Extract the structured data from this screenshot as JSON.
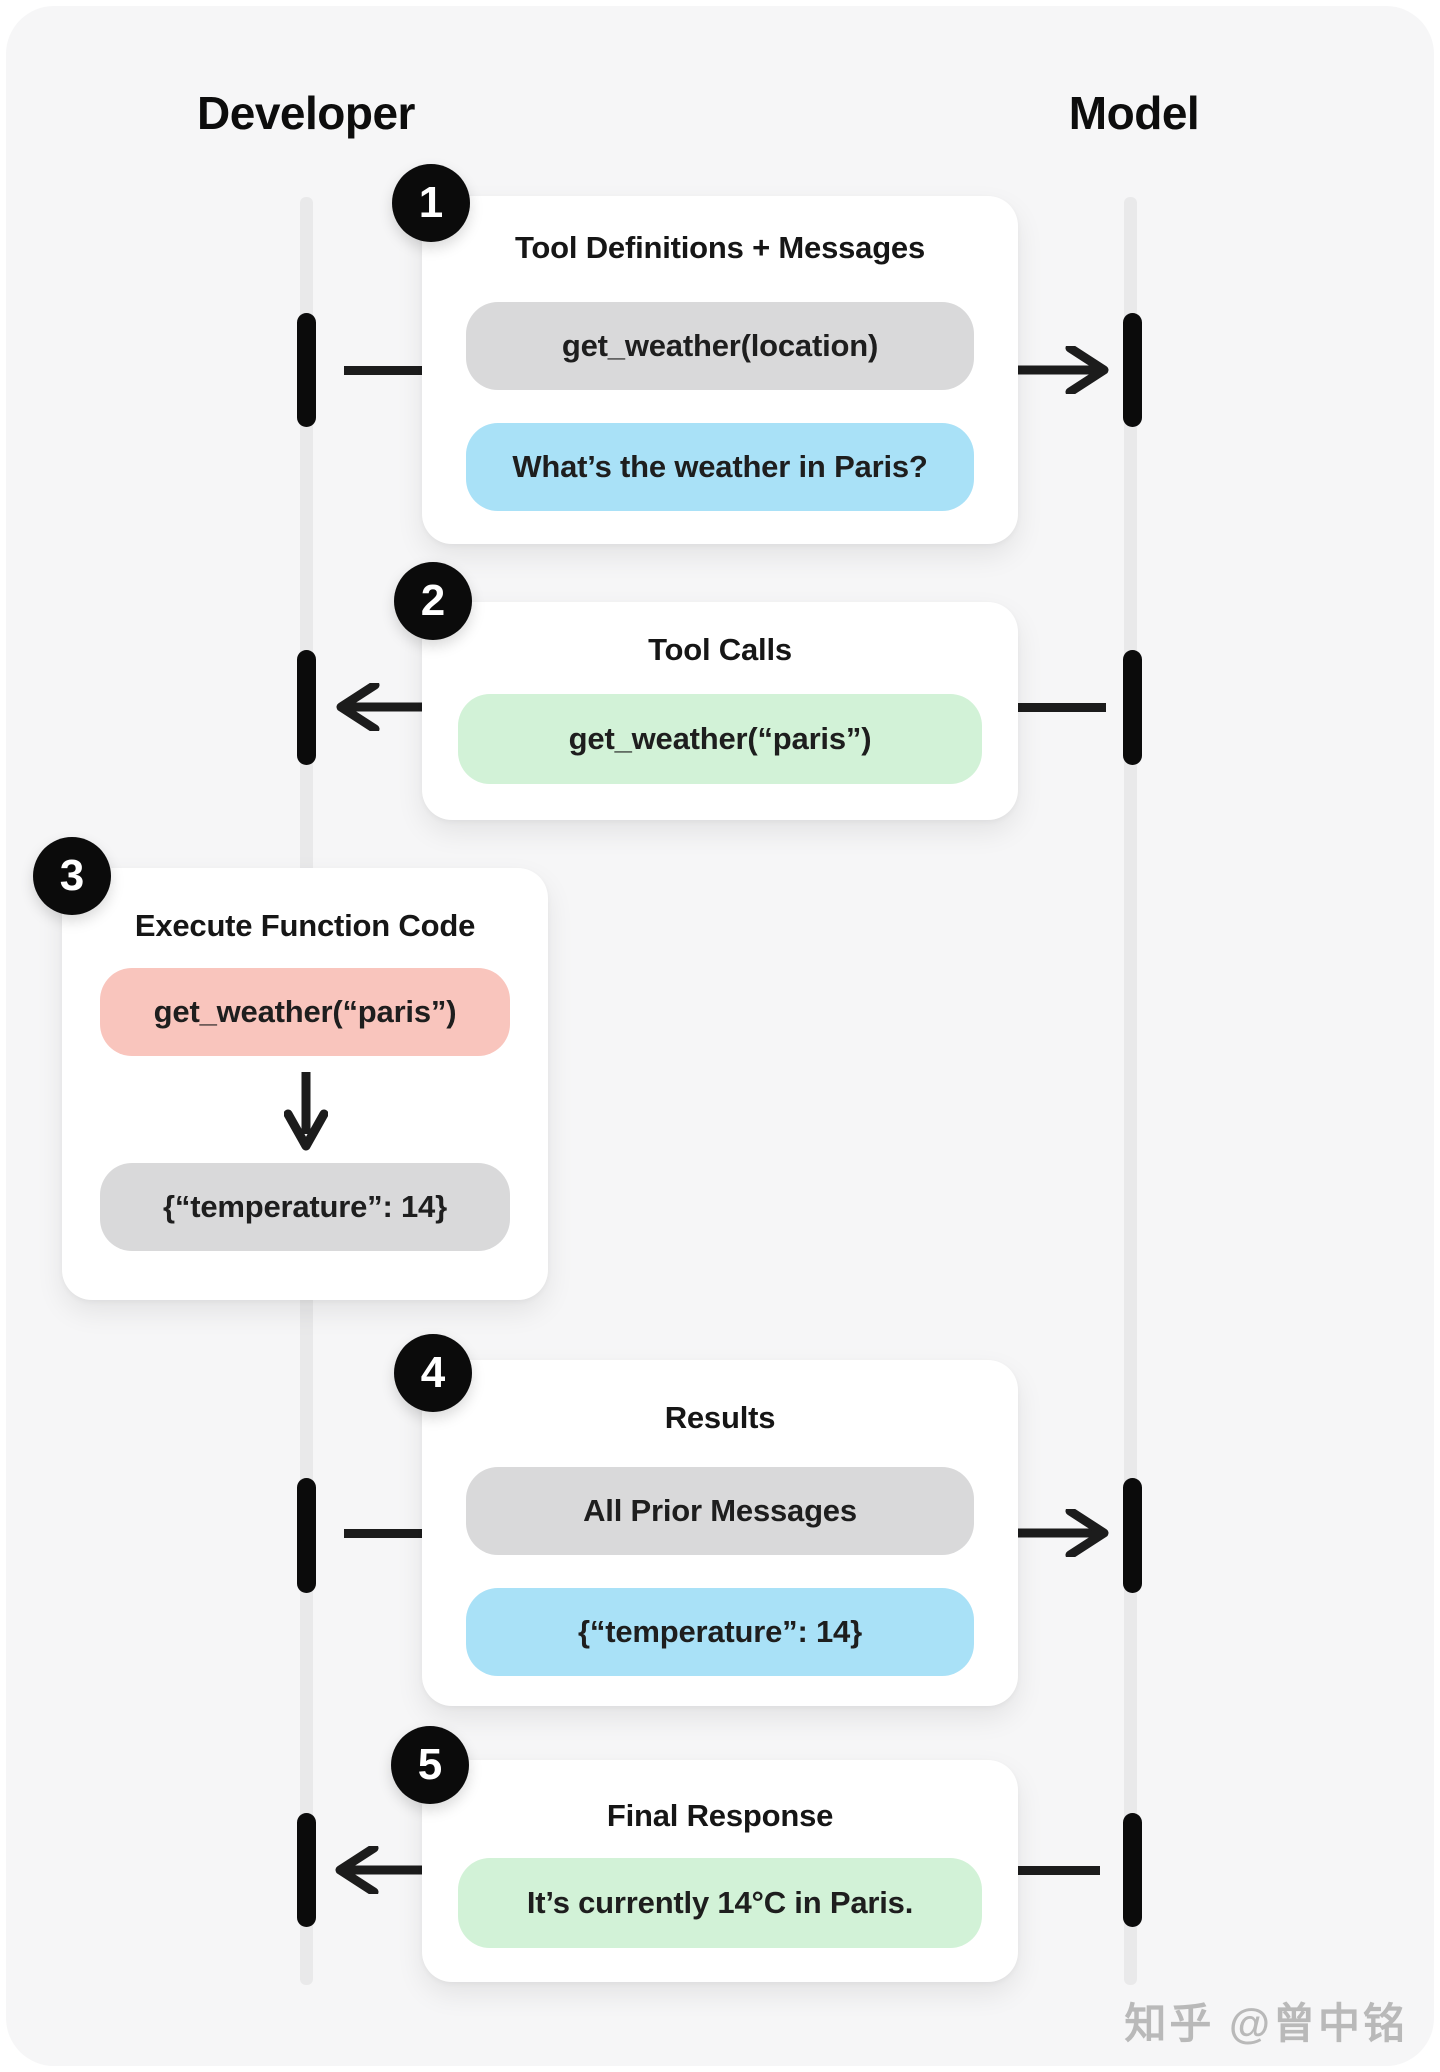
{
  "actors": {
    "developer": "Developer",
    "model": "Model"
  },
  "colors": {
    "gray": "#d9d9da",
    "blue": "#a9e1f7",
    "green": "#d2f2d7",
    "red": "#f9c5bd",
    "arrow": "#1c1c1c",
    "lifeline": "#e9e9ea",
    "badge": "#0b0b0b"
  },
  "steps": [
    {
      "number": "1",
      "title": "Tool Definitions + Messages",
      "pills": [
        {
          "color": "gray",
          "text": "get_weather(location)"
        },
        {
          "color": "blue",
          "text": "What’s the weather in Paris?"
        }
      ]
    },
    {
      "number": "2",
      "title": "Tool Calls",
      "pills": [
        {
          "color": "green",
          "text": "get_weather(“paris”)"
        }
      ]
    },
    {
      "number": "3",
      "title": "Execute Function Code",
      "pills": [
        {
          "color": "red",
          "text": "get_weather(“paris”)"
        },
        {
          "color": "gray",
          "text": "{“temperature”: 14}"
        }
      ]
    },
    {
      "number": "4",
      "title": "Results",
      "pills": [
        {
          "color": "gray",
          "text": "All Prior Messages"
        },
        {
          "color": "blue",
          "text": "{“temperature”: 14}"
        }
      ]
    },
    {
      "number": "5",
      "title": "Final Response",
      "pills": [
        {
          "color": "green",
          "text": "It’s currently 14°C in Paris."
        }
      ]
    }
  ],
  "watermark": {
    "text": "知乎 @曾中铭"
  }
}
